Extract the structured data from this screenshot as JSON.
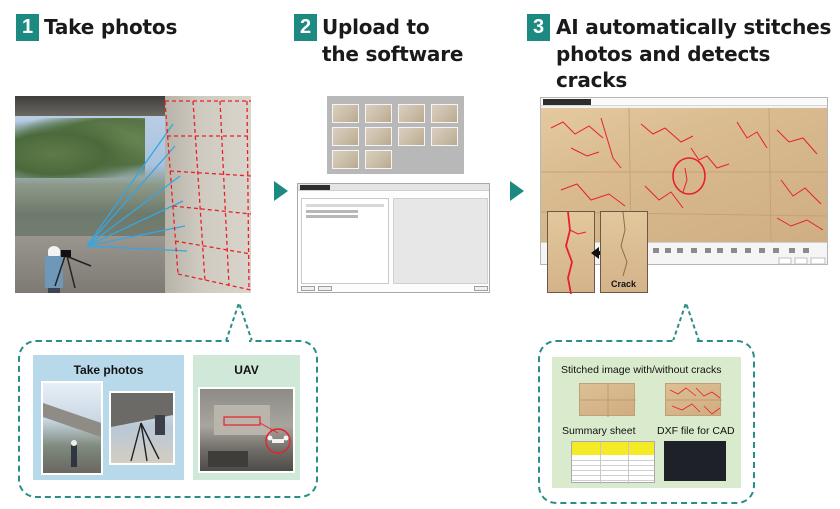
{
  "steps": [
    {
      "number": "1",
      "title_line1": "Take photos",
      "title_line2": ""
    },
    {
      "number": "2",
      "title_line1": "Upload to",
      "title_line2": "the software"
    },
    {
      "number": "3",
      "title_line1": "AI automatically stitches",
      "title_line2": "photos and detects cracks"
    }
  ],
  "step3_crack_label": "Crack",
  "capture_methods": {
    "take_photos": "Take photos",
    "uav": "UAV"
  },
  "outputs": {
    "stitched": "Stitched image with/without cracks",
    "summary": "Summary sheet",
    "dxf": "DXF file for CAD"
  },
  "colors": {
    "accent": "#1c8a80",
    "crack_lines": "#e8202a",
    "card_blue": "#b7d9ea",
    "card_green": "#cfe8d7",
    "card_output": "#d9ebcc"
  }
}
